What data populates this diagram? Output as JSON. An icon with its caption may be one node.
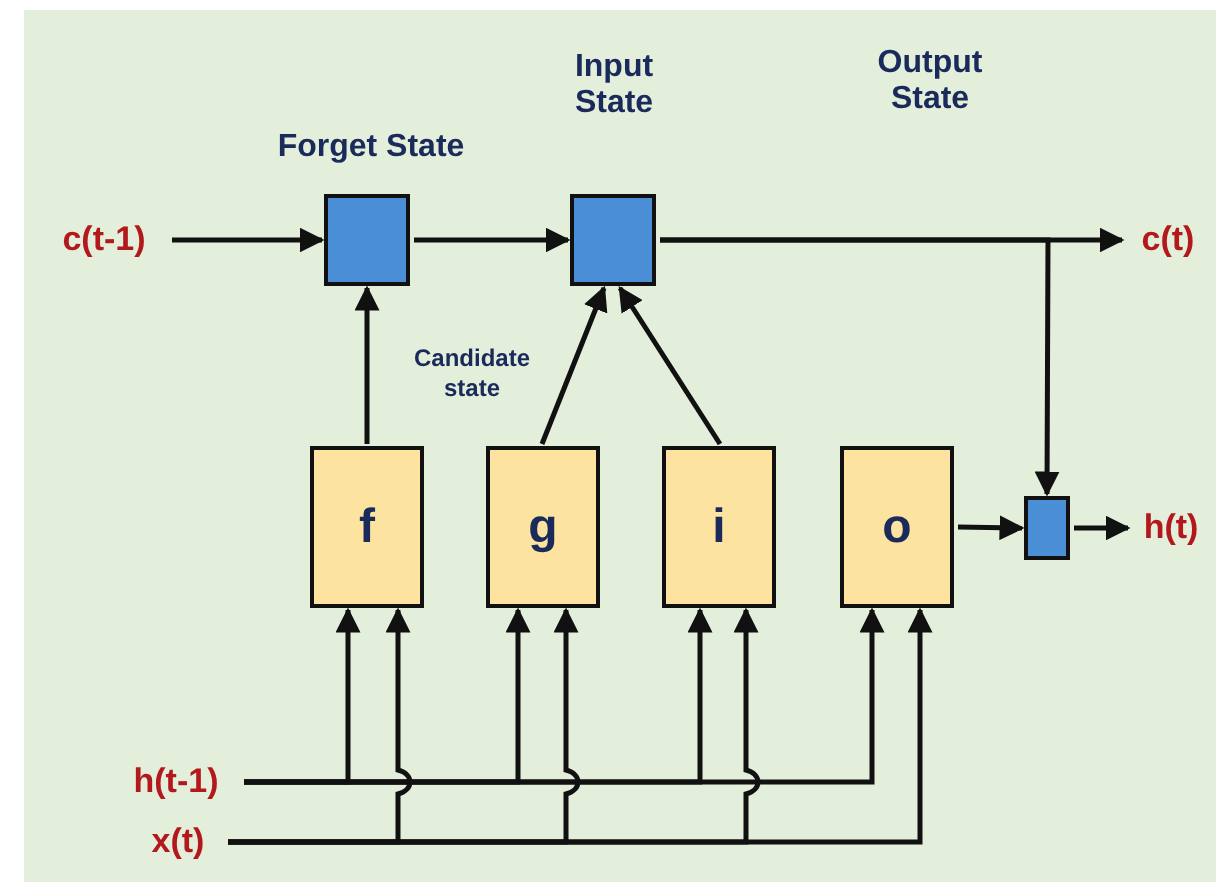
{
  "diagram": {
    "nodes": [
      {
        "text": [
          "c(t-1)"
        ]
      },
      {
        "text": [
          "Forget State"
        ]
      },
      {
        "text": [
          "Input State"
        ]
      },
      {
        "text": [
          "c(t)"
        ]
      },
      {
        "text": [
          "f"
        ]
      },
      {
        "text": [
          "g"
        ]
      },
      {
        "text": [
          "i"
        ]
      },
      {
        "text": [
          "o"
        ]
      },
      {
        "text": [],
        "shape": "box"
      },
      {
        "text": [
          "h(t)"
        ]
      },
      {
        "text": [
          "h(t-1)"
        ]
      },
      {
        "text": [
          "x(t)"
        ]
      }
    ],
    "edges": [
      {
        "from": 0,
        "to": 1,
        "arrow": "to"
      },
      {
        "from": 1,
        "to": 2,
        "arrow": "to"
      },
      {
        "from": 2,
        "to": 3,
        "arrow": "to"
      },
      {
        "from": 2,
        "to": 8,
        "arrow": "to"
      },
      {
        "from": 4,
        "to": 1,
        "arrow": "to"
      },
      {
        "from": 5,
        "to": 2,
        "arrow": "to",
        "label": "Candidate state"
      },
      {
        "from": 6,
        "to": 2,
        "arrow": "to"
      },
      {
        "from": 7,
        "to": 8,
        "arrow": "to"
      },
      {
        "from": 8,
        "to": 9,
        "arrow": "to"
      },
      {
        "from": 10,
        "to": 4,
        "arrow": "to"
      },
      {
        "from": 10,
        "to": 5,
        "arrow": "to"
      },
      {
        "from": 10,
        "to": 6,
        "arrow": "to"
      },
      {
        "from": 10,
        "to": 7,
        "arrow": "to"
      },
      {
        "from": 11,
        "to": 4,
        "arrow": "to"
      },
      {
        "from": 11,
        "to": 5,
        "arrow": "to"
      },
      {
        "from": 11,
        "to": 6,
        "arrow": "to"
      },
      {
        "from": 11,
        "to": 7,
        "arrow": "to"
      }
    ],
    "labels": [
      "Output State"
    ]
  }
}
